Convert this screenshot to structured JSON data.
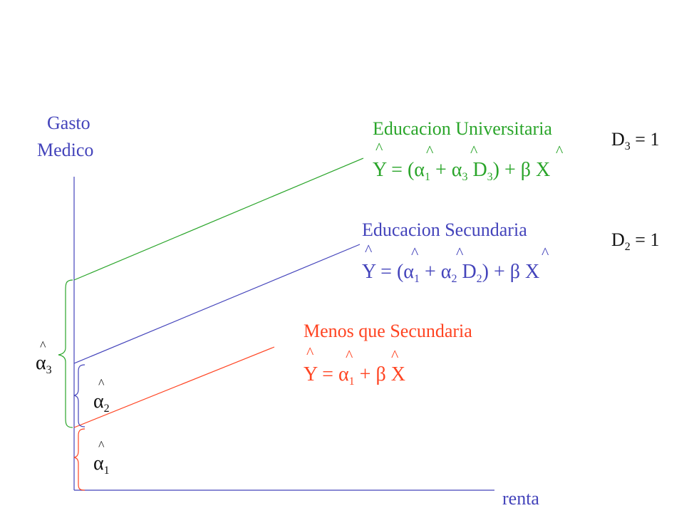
{
  "axes": {
    "y_label_line1": "Gasto",
    "y_label_line2": "Medico",
    "x_label": "renta"
  },
  "lines": {
    "universitaria": {
      "title": "Educacion Universitaria",
      "eq": [
        "Y = (",
        "α",
        "1",
        " + ",
        "α",
        "3",
        " D",
        "3",
        ") + ",
        "β",
        " X"
      ],
      "dummy": [
        "D",
        "3",
        " = 1"
      ],
      "color": "#2aa52a"
    },
    "secundaria": {
      "title": "Educacion Secundaria",
      "eq": [
        "Y = (",
        "α",
        "1",
        " + ",
        "α",
        "2",
        " D",
        "2",
        ") + ",
        "β",
        " X"
      ],
      "dummy": [
        "D",
        "2",
        " = 1"
      ],
      "color": "#4444bb"
    },
    "menos": {
      "title": "Menos que Secundaria",
      "eq": [
        "Y = ",
        "α",
        "1",
        " + ",
        "β",
        " X"
      ],
      "color": "#ff4422"
    }
  },
  "intercepts": {
    "a1": [
      "α",
      "1"
    ],
    "a2": [
      "α",
      "2"
    ],
    "a3": [
      "α",
      "3"
    ],
    "hat": "^"
  }
}
